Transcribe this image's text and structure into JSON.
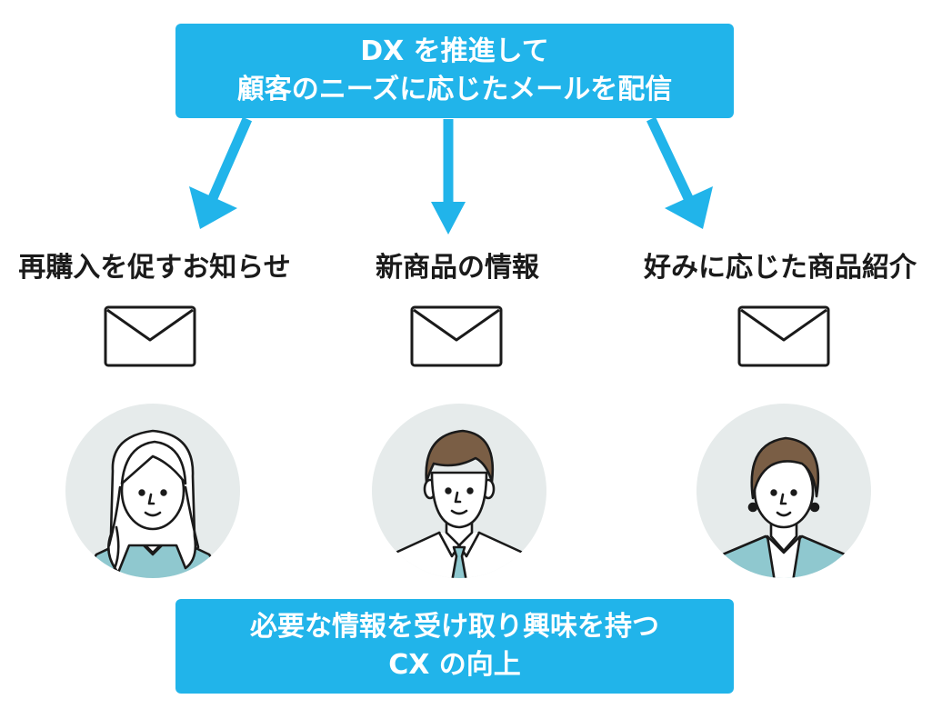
{
  "top_banner": {
    "line1": "DX を推進して",
    "line2": "顧客のニーズに応じたメールを配信"
  },
  "columns": [
    {
      "label": "再購入を促すお知らせ",
      "icon": "envelope-icon",
      "person": "woman-long-hair"
    },
    {
      "label": "新商品の情報",
      "icon": "envelope-icon",
      "person": "man-with-tie"
    },
    {
      "label": "好みに応じた商品紹介",
      "icon": "envelope-icon",
      "person": "woman-short-hair"
    }
  ],
  "bottom_banner": {
    "line1": "必要な情報を受け取り興味を持つ",
    "line2": "CX の向上"
  },
  "colors": {
    "banner": "#21b4ea",
    "arrow": "#21b4ea",
    "avatar_bg": "#e6ebeb",
    "clothing": "#8fc8cf",
    "hair_brown": "#7a5e45",
    "outline": "#1a1a1a"
  }
}
